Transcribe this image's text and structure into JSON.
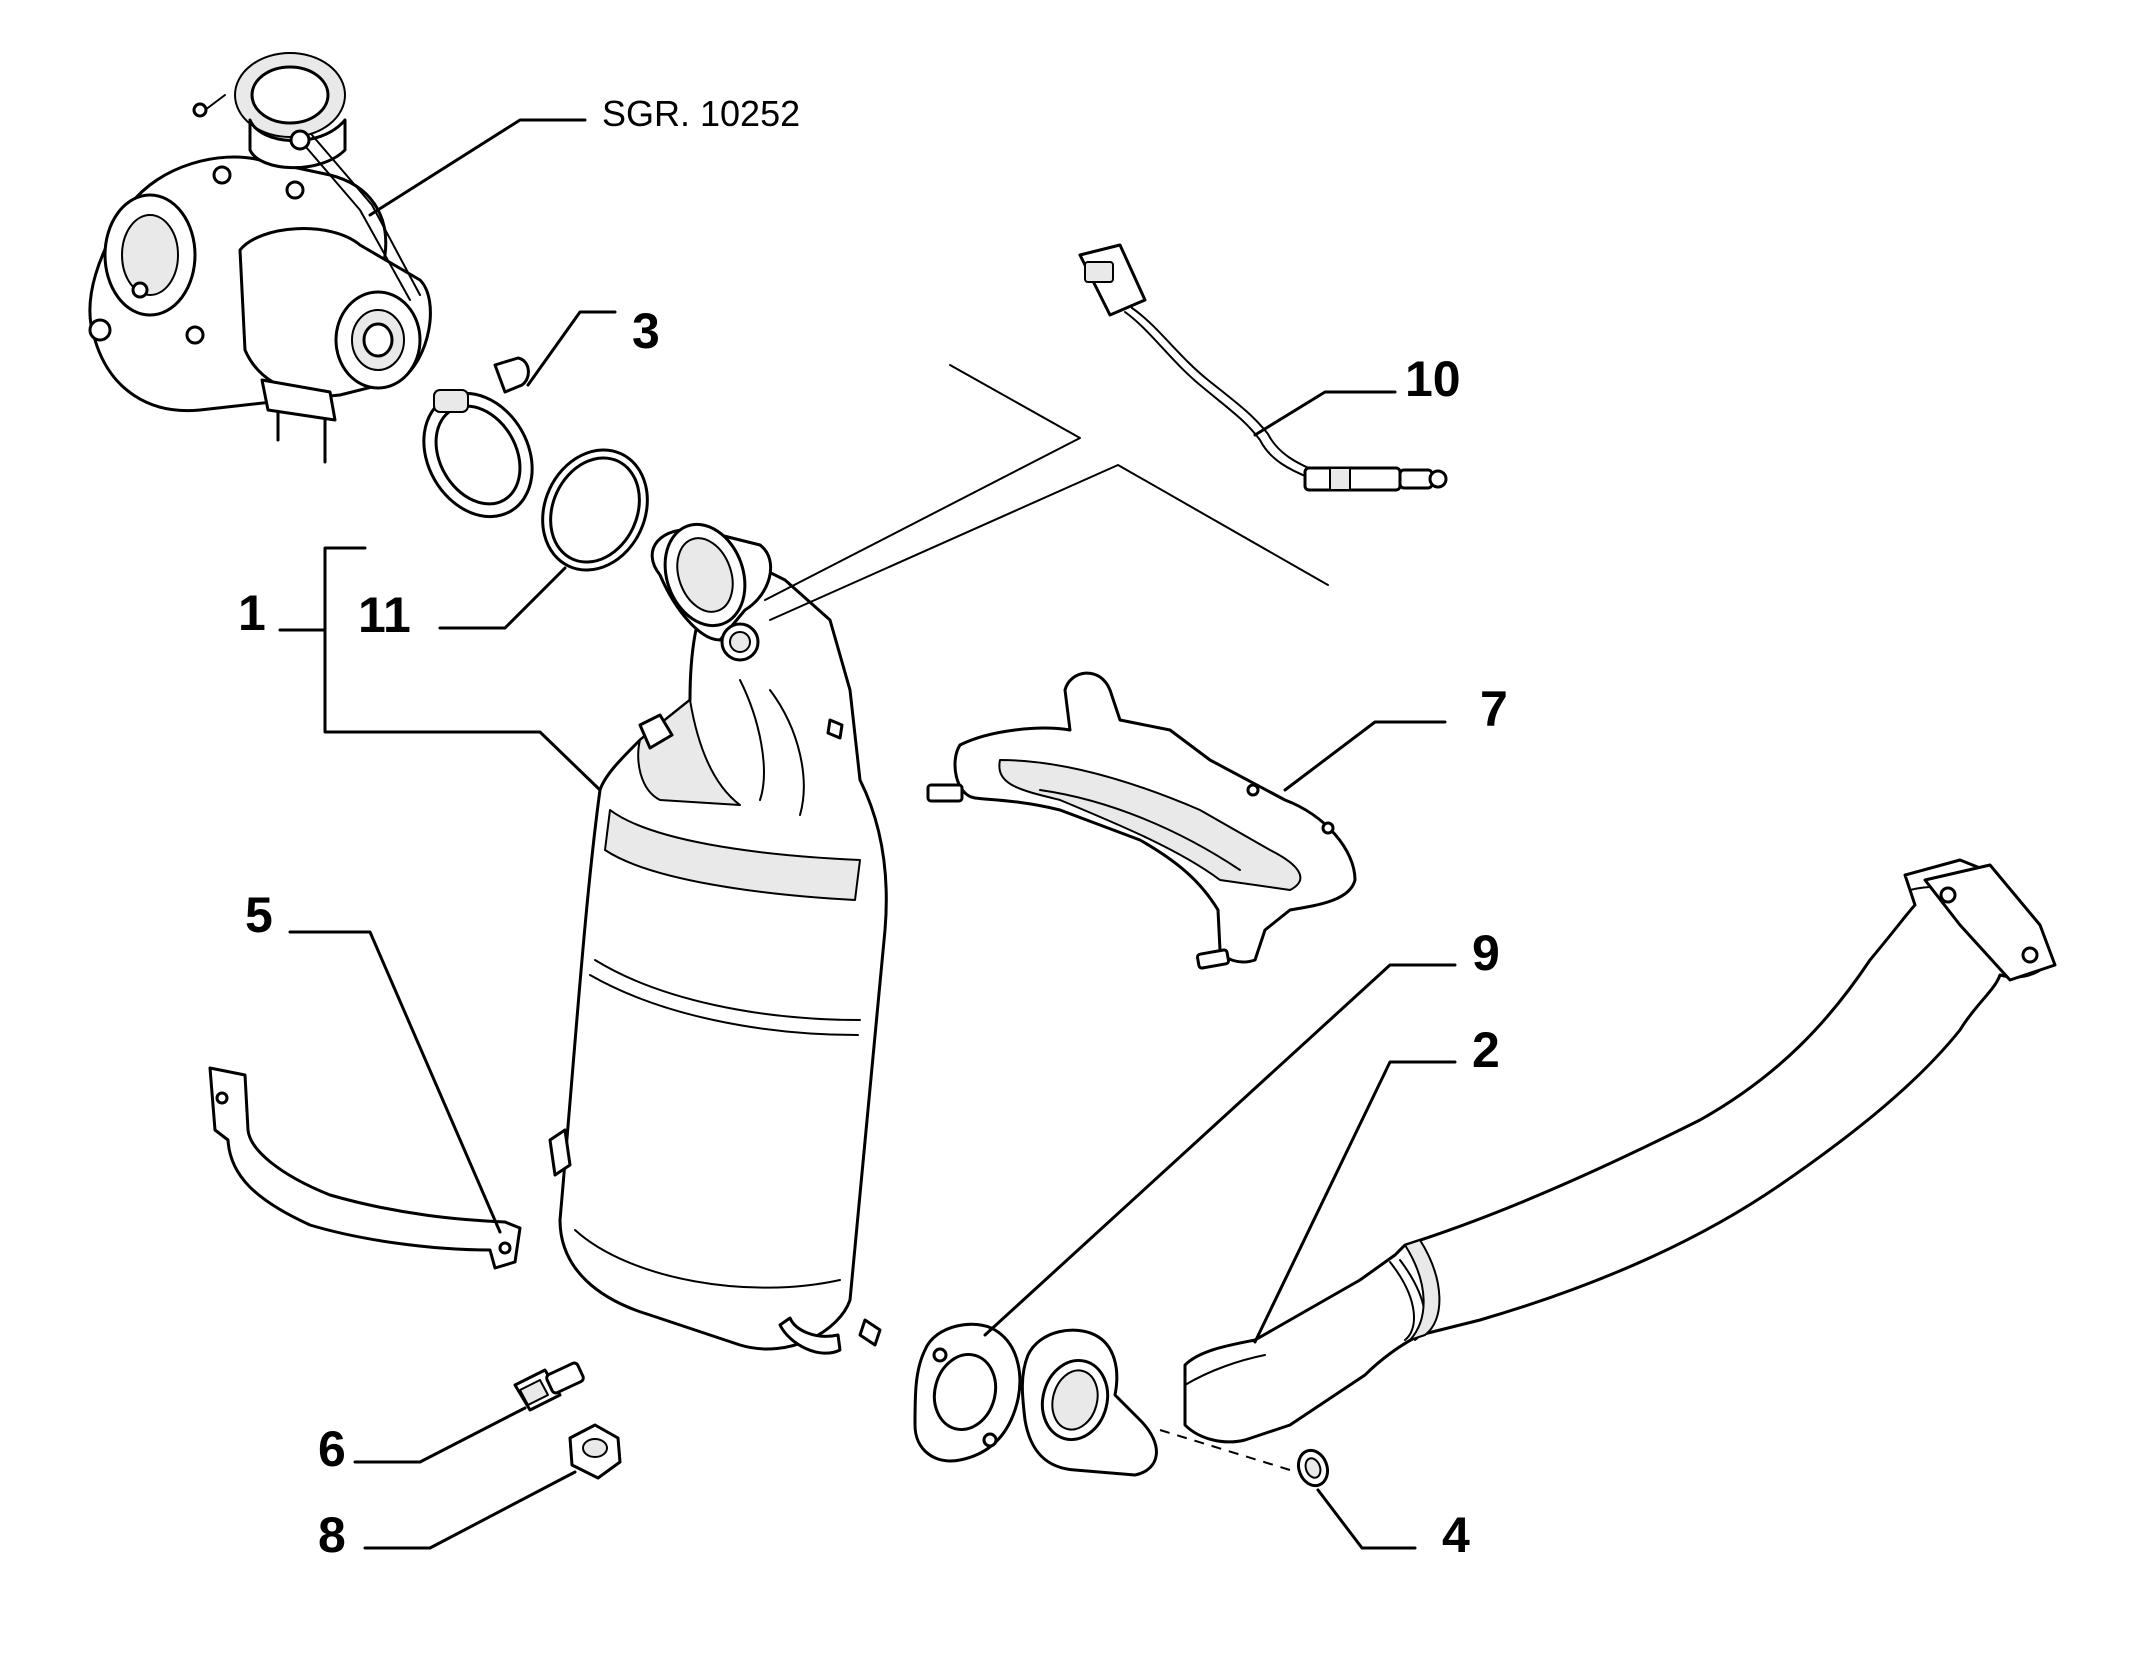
{
  "reference": "SGR. 10252",
  "callouts": {
    "c1": "1",
    "c2": "2",
    "c3": "3",
    "c4": "4",
    "c5": "5",
    "c6": "6",
    "c7": "7",
    "c8": "8",
    "c9": "9",
    "c10": "10",
    "c11": "11"
  },
  "colors": {
    "line": "#000000",
    "background": "#ffffff",
    "shade": "#e9e9e9"
  }
}
